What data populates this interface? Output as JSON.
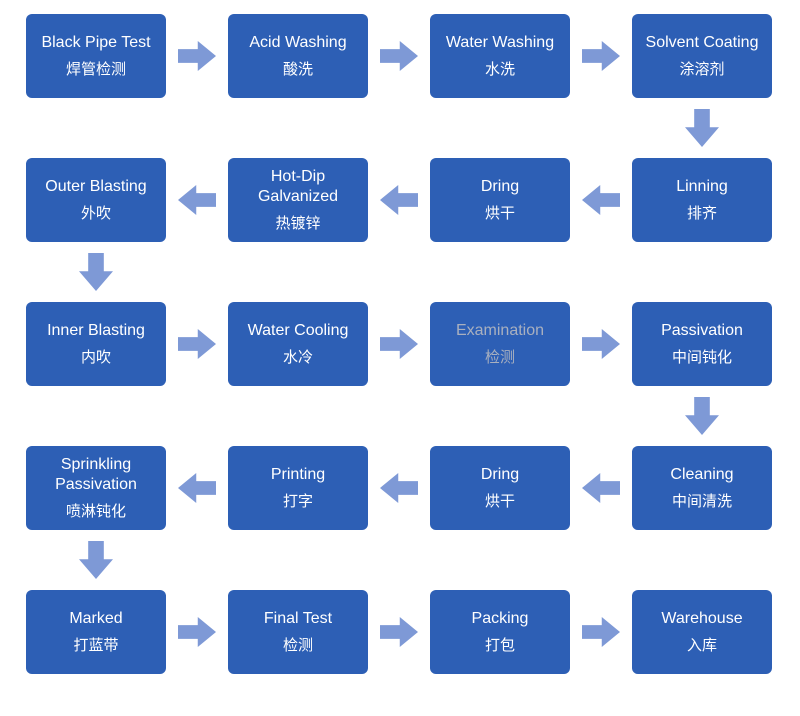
{
  "flowchart": {
    "colors": {
      "box": "#2d5fb5",
      "arrow": "#7e99d6",
      "text": "#ffffff",
      "muted_text": "#a9b0bf",
      "background": "#ffffff"
    },
    "boxes": [
      {
        "en": "Black Pipe Test",
        "zh": "焊管检测"
      },
      {
        "en": "Acid Washing",
        "zh": "酸洗"
      },
      {
        "en": "Water Washing",
        "zh": "水洗"
      },
      {
        "en": "Solvent Coating",
        "zh": "涂溶剂"
      },
      {
        "en": "Linning",
        "zh": "排齐"
      },
      {
        "en": "Dring",
        "zh": "烘干"
      },
      {
        "en": "Hot-Dip Galvanized",
        "zh": "热镀锌"
      },
      {
        "en": "Outer Blasting",
        "zh": "外吹"
      },
      {
        "en": "Inner Blasting",
        "zh": "内吹"
      },
      {
        "en": "Water Cooling",
        "zh": "水冷"
      },
      {
        "en": "Examination",
        "zh": "检测",
        "muted": true
      },
      {
        "en": "Passivation",
        "zh": "中间钝化"
      },
      {
        "en": "Cleaning",
        "zh": "中间清洗"
      },
      {
        "en": "Dring",
        "zh": "烘干"
      },
      {
        "en": "Printing",
        "zh": "打字"
      },
      {
        "en": "Sprinkling Passivation",
        "zh": "喷淋钝化"
      },
      {
        "en": "Marked",
        "zh": "打蓝带"
      },
      {
        "en": "Final Test",
        "zh": "检测"
      },
      {
        "en": "Packing",
        "zh": "打包"
      },
      {
        "en": "Warehouse",
        "zh": "入库"
      }
    ]
  }
}
